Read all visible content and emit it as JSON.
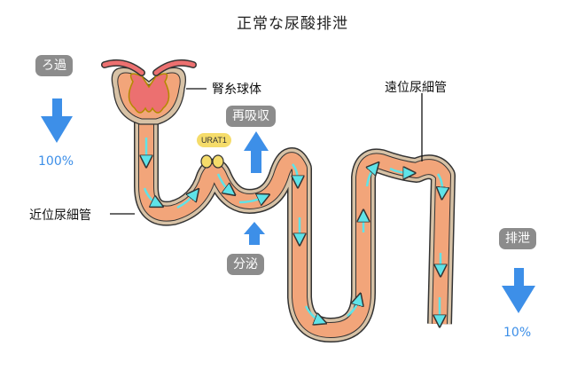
{
  "title": "正常な尿酸排泄",
  "labels": {
    "filtration": "ろ過",
    "filtration_pct": "100%",
    "glomerulus": "腎糸球体",
    "reabsorption": "再吸収",
    "transporter": "URAT1",
    "proximal_tubule": "近位尿細管",
    "secretion": "分泌",
    "distal_tubule": "遠位尿細管",
    "excretion": "排泄",
    "excretion_pct": "10%"
  },
  "colors": {
    "tubule_fill": "#f2a57a",
    "tubule_wall": "#d7c2a6",
    "outline": "#333333",
    "flow_arrow": "#5fe3e8",
    "big_arrow": "#3d8fe8",
    "glomerulus_core": "#ec7070",
    "transporter": "#f5dc6a",
    "pill": "#8c8c8c"
  },
  "flow": {
    "filtration_percent": 100,
    "excretion_percent": 10
  }
}
